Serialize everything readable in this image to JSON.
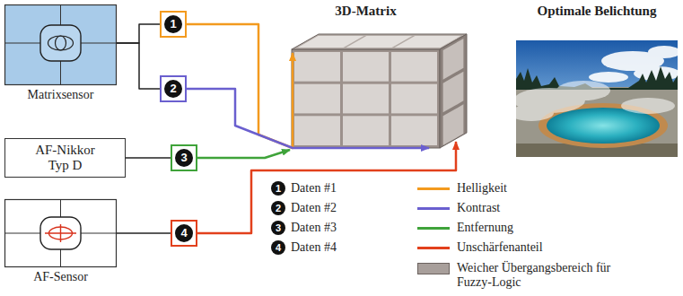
{
  "diagram": {
    "nodes": [
      {
        "text": [
          "Matrixsensor"
        ]
      },
      {
        "text": [
          "1"
        ]
      },
      {
        "text": [
          "2"
        ]
      },
      {
        "text": [
          "3D-Matrix"
        ]
      },
      {
        "text": [
          "Optimale Belichtung"
        ]
      },
      {
        "text": [
          "AF-Nikkor Typ D"
        ]
      },
      {
        "text": [
          "3"
        ]
      },
      {
        "text": [
          "AF-Sensor"
        ]
      },
      {
        "text": [
          "4"
        ]
      }
    ],
    "edges": [
      {
        "from": 0,
        "to": 1,
        "arrow": "none"
      },
      {
        "from": 0,
        "to": 2,
        "arrow": "none"
      },
      {
        "from": 1,
        "to": 3,
        "arrow": "to"
      },
      {
        "from": 2,
        "to": 3,
        "arrow": "to"
      },
      {
        "from": 5,
        "to": 6,
        "arrow": "none"
      },
      {
        "from": 6,
        "to": 3,
        "arrow": "to"
      },
      {
        "from": 7,
        "to": 8,
        "arrow": "none"
      },
      {
        "from": 8,
        "to": 3,
        "arrow": "to"
      }
    ],
    "labels": [
      "1",
      "2",
      "3",
      "4"
    ],
    "legend": [
      {
        "text": "Daten #1"
      },
      {
        "text": "Daten #2"
      },
      {
        "text": "Daten #3"
      },
      {
        "text": "Daten #4"
      },
      {
        "text": "Helligkeit",
        "color": "#f39a1e"
      },
      {
        "text": "Kontrast",
        "color": "#6a5fcf"
      },
      {
        "text": "Entfernung",
        "color": "#3fa33a"
      },
      {
        "text": "Unschärfenanteil",
        "color": "#e2401c"
      },
      {
        "text": "Weicher Übergangsbereich für Fuzzy-Logic",
        "color": "#a89f9b"
      }
    ]
  }
}
